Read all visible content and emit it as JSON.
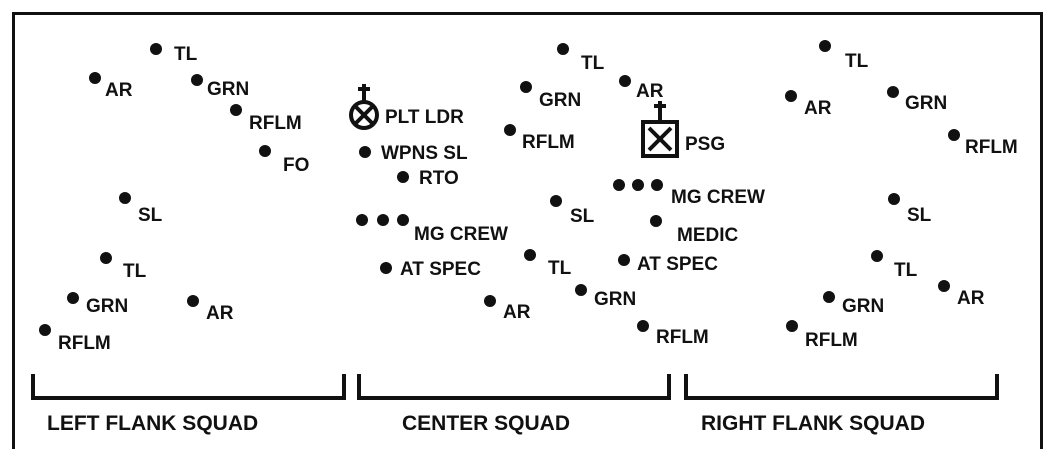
{
  "squads": [
    {
      "id": "left",
      "label": "LEFT FLANK SQUAD"
    },
    {
      "id": "center",
      "label": "CENTER SQUAD"
    },
    {
      "id": "right",
      "label": "RIGHT FLANK SQUAD"
    }
  ],
  "hq": {
    "platoon_leader": "PLT LDR",
    "weapons_sl": "WPNS SL",
    "rto": "RTO",
    "fo": "FO",
    "psg": "PSG",
    "medic": "MEDIC",
    "mg_crew_left": "MG CREW",
    "mg_crew_right": "MG CREW",
    "at_spec_left": "AT SPEC",
    "at_spec_right": "AT SPEC"
  },
  "left_squad": {
    "team_a": {
      "tl": "TL",
      "ar": "AR",
      "grn": "GRN",
      "rflm": "RFLM"
    },
    "sl": "SL",
    "team_b": {
      "tl": "TL",
      "grn": "GRN",
      "ar": "AR",
      "rflm": "RFLM"
    }
  },
  "center_squad": {
    "team_a": {
      "tl": "TL",
      "grn": "GRN",
      "ar": "AR",
      "rflm": "RFLM"
    },
    "sl": "SL",
    "team_b": {
      "tl": "TL",
      "grn": "GRN",
      "ar": "AR",
      "rflm": "RFLM"
    }
  },
  "right_squad": {
    "team_a": {
      "tl": "TL",
      "ar": "AR",
      "grn": "GRN",
      "rflm": "RFLM"
    },
    "sl": "SL",
    "team_b": {
      "tl": "TL",
      "grn": "GRN",
      "ar": "AR",
      "rflm": "RFLM"
    }
  },
  "colors": {
    "ink": "#111111",
    "background": "#ffffff"
  }
}
